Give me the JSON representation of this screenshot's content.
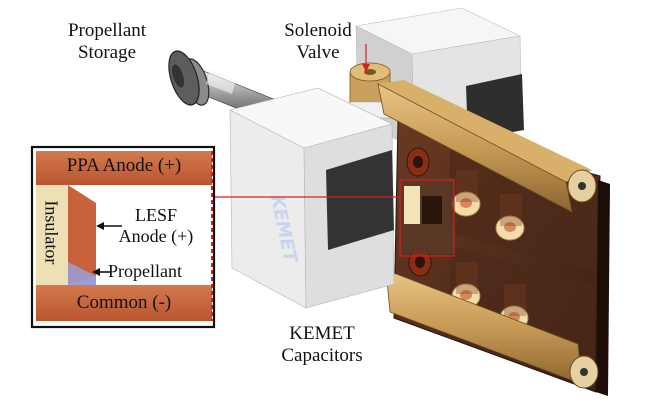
{
  "labels": {
    "propellant_storage": [
      "Propellant",
      "Storage"
    ],
    "solenoid_valve": [
      "Solenoid",
      "Valve"
    ],
    "kemet_capacitors": [
      "KEMET",
      "Capacitors"
    ]
  },
  "inset": {
    "ppa_anode": "PPA Anode (+)",
    "insulator": "Insulator",
    "lesf_anode": [
      "LESF",
      "Anode (+)"
    ],
    "propellant": "Propellant",
    "common": "Common (-)"
  },
  "brand_mark": "KEMET",
  "colors": {
    "anode_copper": "#c8623a",
    "insulator": "#ede0b4",
    "propellant_wedge": "#9aa0d8",
    "callout_red": "#d42020",
    "brass": "#c79a55",
    "capacitor_block": "#ececec"
  }
}
